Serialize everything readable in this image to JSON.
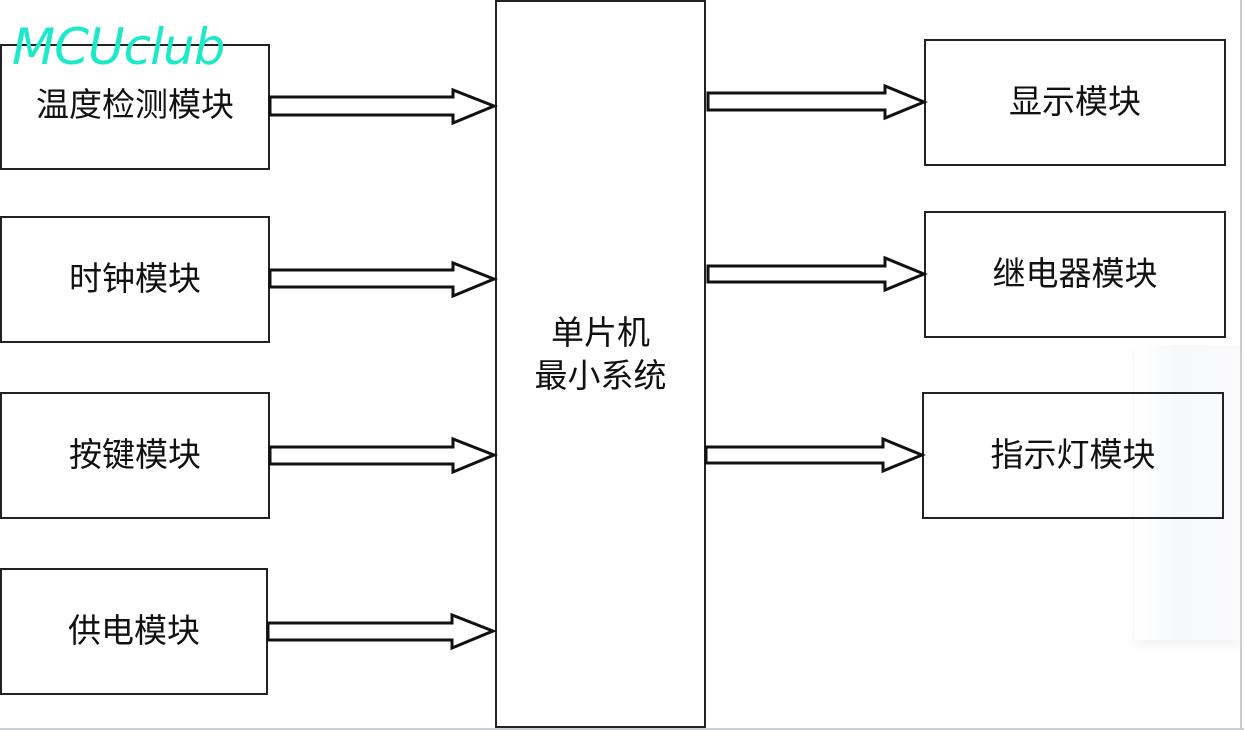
{
  "watermark": "MCUclub",
  "center": {
    "line1": "单片机",
    "line2": "最小系统"
  },
  "inputs": [
    {
      "label": "温度检测模块"
    },
    {
      "label": "时钟模块"
    },
    {
      "label": "按键模块"
    },
    {
      "label": "供电模块"
    }
  ],
  "outputs": [
    {
      "label": "显示模块"
    },
    {
      "label": "继电器模块"
    },
    {
      "label": "指示灯模块"
    }
  ],
  "colors": {
    "watermark": "#1de9c9",
    "stroke": "#111111"
  }
}
